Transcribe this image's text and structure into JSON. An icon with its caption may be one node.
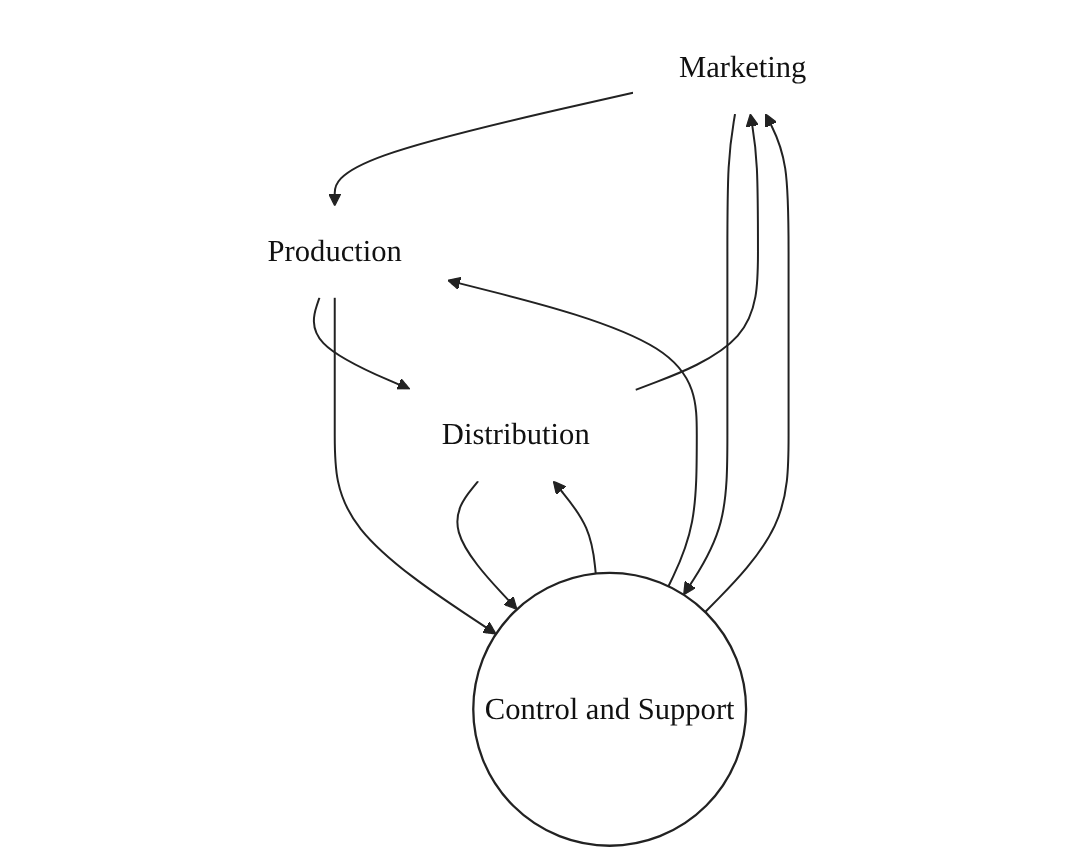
{
  "diagram": {
    "nodes": [
      {
        "text": [
          "Marketing"
        ]
      },
      {
        "text": [
          "Production"
        ]
      },
      {
        "text": [
          "Distribution"
        ]
      },
      {
        "text": [
          "Control and Support"
        ]
      }
    ],
    "edges": [
      {
        "from": 0,
        "to": 1,
        "arrow": "to"
      },
      {
        "from": 1,
        "to": 2,
        "arrow": "to"
      },
      {
        "from": 2,
        "to": 0,
        "arrow": "to"
      },
      {
        "from": 3,
        "to": 0,
        "arrow": "to"
      },
      {
        "from": 0,
        "to": 3,
        "arrow": "to"
      },
      {
        "from": 3,
        "to": 1,
        "arrow": "to"
      },
      {
        "from": 1,
        "to": 3,
        "arrow": "to"
      },
      {
        "from": 2,
        "to": 3,
        "arrow": "to"
      },
      {
        "from": 3,
        "to": 2,
        "arrow": "to"
      }
    ]
  }
}
